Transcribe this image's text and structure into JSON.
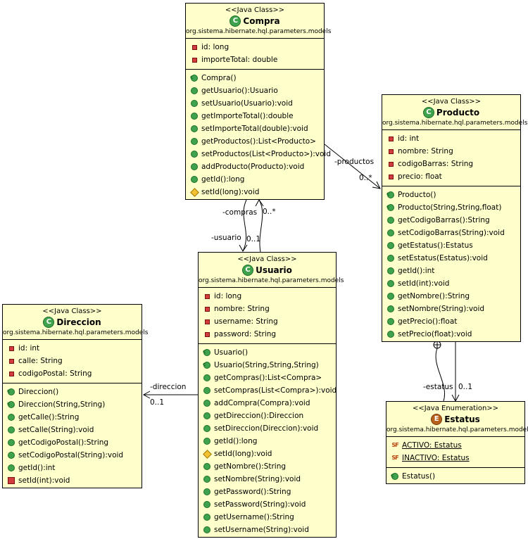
{
  "classes": {
    "compra": {
      "stereotype": "<<Java Class>>",
      "name": "Compra",
      "package": "org.sistema.hibernate.hql.parameters.models",
      "attributes": [
        "id: long",
        "importeTotal: double"
      ],
      "methods": [
        "Compra()",
        "getUsuario():Usuario",
        "setUsuario(Usuario):void",
        "getImporteTotal():double",
        "setImporteTotal(double):void",
        "getProductos():List<Producto>",
        "setProductos(List<Producto>):void",
        "addProducto(Producto):void",
        "getId():long",
        "setId(long):void"
      ]
    },
    "producto": {
      "stereotype": "<<Java Class>>",
      "name": "Producto",
      "package": "org.sistema.hibernate.hql.parameters.models",
      "attributes": [
        "id: int",
        "nombre: String",
        "codigoBarras: String",
        "precio: float"
      ],
      "methods": [
        "Producto()",
        "Producto(String,String,float)",
        "getCodigoBarras():String",
        "setCodigoBarras(String):void",
        "getEstatus():Estatus",
        "setEstatus(Estatus):void",
        "getId():int",
        "setId(int):void",
        "getNombre():String",
        "setNombre(String):void",
        "getPrecio():float",
        "setPrecio(float):void"
      ]
    },
    "usuario": {
      "stereotype": "<<Java Class>>",
      "name": "Usuario",
      "package": "org.sistema.hibernate.hql.parameters.models",
      "attributes": [
        "id: long",
        "nombre: String",
        "username: String",
        "password: String"
      ],
      "methods": [
        "Usuario()",
        "Usuario(String,String,String)",
        "getCompras():List<Compra>",
        "setCompras(List<Compra>):void",
        "addCompra(Compra):void",
        "getDireccion():Direccion",
        "setDireccion(Direccion):void",
        "getId():long",
        "setId(long):void",
        "getNombre():String",
        "setNombre(String):void",
        "getPassword():String",
        "setPassword(String):void",
        "getUsername():String",
        "setUsername(String):void"
      ]
    },
    "direccion": {
      "stereotype": "<<Java Class>>",
      "name": "Direccion",
      "package": "org.sistema.hibernate.hql.parameters.models",
      "attributes": [
        "id: int",
        "calle: String",
        "codigoPostal: String"
      ],
      "methods": [
        "Direccion()",
        "Direccion(String,String)",
        "getCalle():String",
        "setCalle(String):void",
        "getCodigoPostal():String",
        "setCodigoPostal(String):void",
        "getId():int",
        "setId(int):void"
      ]
    },
    "estatus": {
      "stereotype": "<<Java Enumeration>>",
      "name": "Estatus",
      "package": "org.sistema.hibernate.hql.parameters.models",
      "attributes": [
        "ACTIVO: Estatus",
        "INACTIVO: Estatus"
      ],
      "methods": [
        "Estatus()"
      ]
    }
  },
  "associations": {
    "productos_role": "-productos",
    "productos_mult": "0..*",
    "compras_role": "-compras",
    "compras_mult": "0..*",
    "usuario_role": "-usuario",
    "usuario_mult": "0..1",
    "direccion_role": "-direccion",
    "direccion_mult": "0..1",
    "estatus_role": "-estatus",
    "estatus_mult": "0..1"
  },
  "icons": {
    "class_badge": "C",
    "enum_badge": "E",
    "static_final": "SF"
  }
}
